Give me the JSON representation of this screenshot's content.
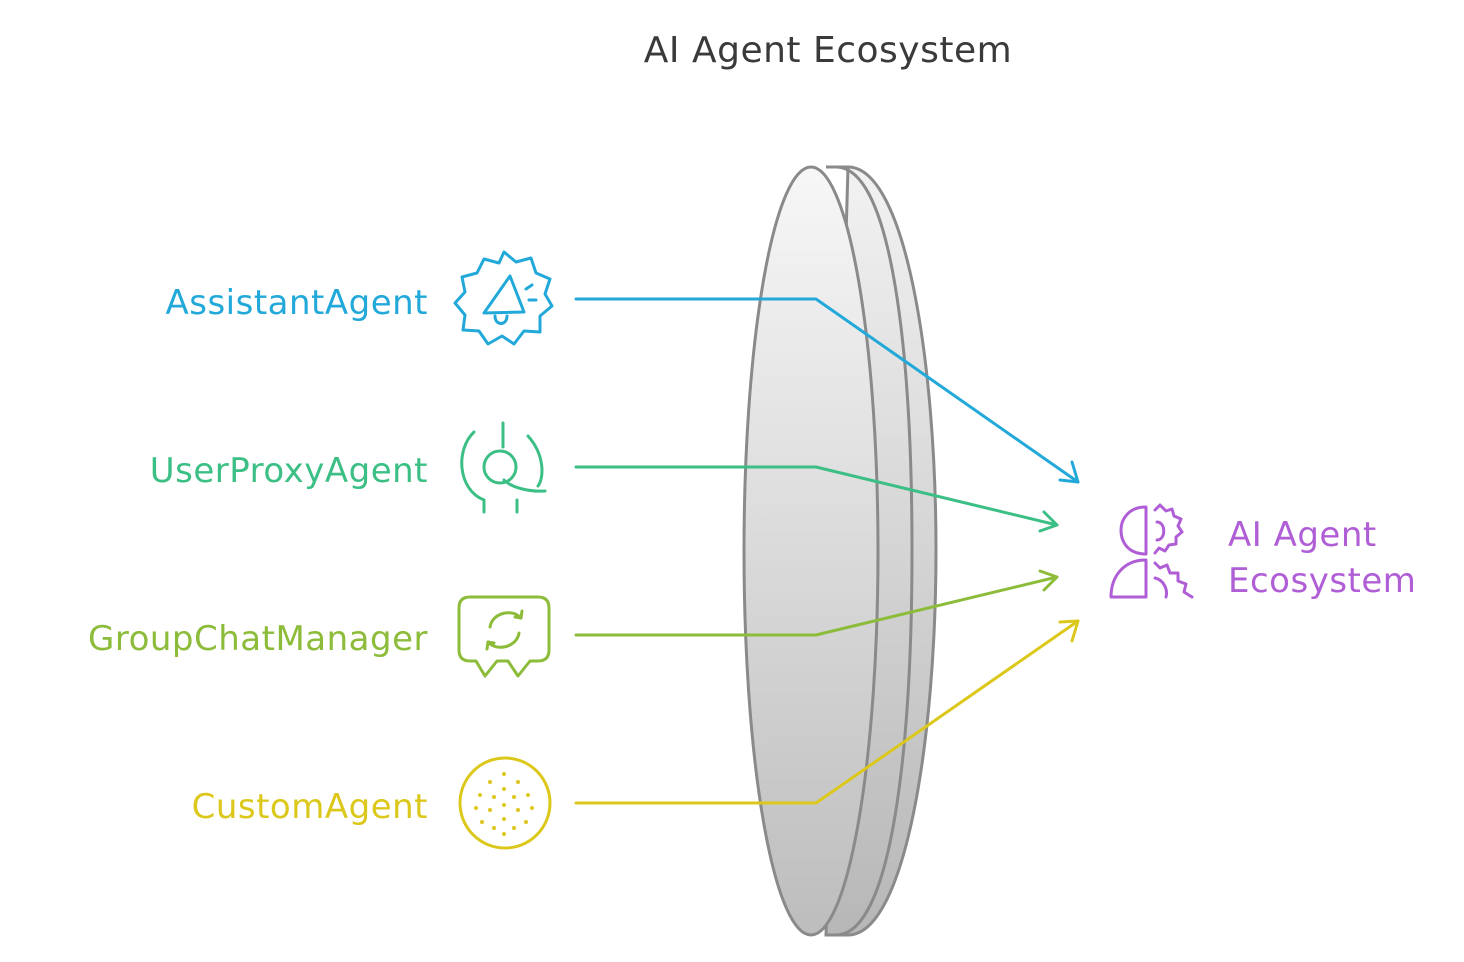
{
  "title": "AI Agent Ecosystem",
  "agents": [
    {
      "label": "AssistantAgent",
      "color": "#22a9d9",
      "icon": "gear-megaphone-icon"
    },
    {
      "label": "UserProxyAgent",
      "color": "#3bbf84",
      "icon": "user-headset-icon"
    },
    {
      "label": "GroupChatManager",
      "color": "#8cbc3a",
      "icon": "chat-refresh-icon"
    },
    {
      "label": "CustomAgent",
      "color": "#dcc81b",
      "icon": "dotted-circle-icon"
    }
  ],
  "result": {
    "line1": "AI Agent",
    "line2": "Ecosystem",
    "color": "#b05ed6",
    "icon": "person-gears-icon"
  },
  "lens_color": "#8a8a8a"
}
